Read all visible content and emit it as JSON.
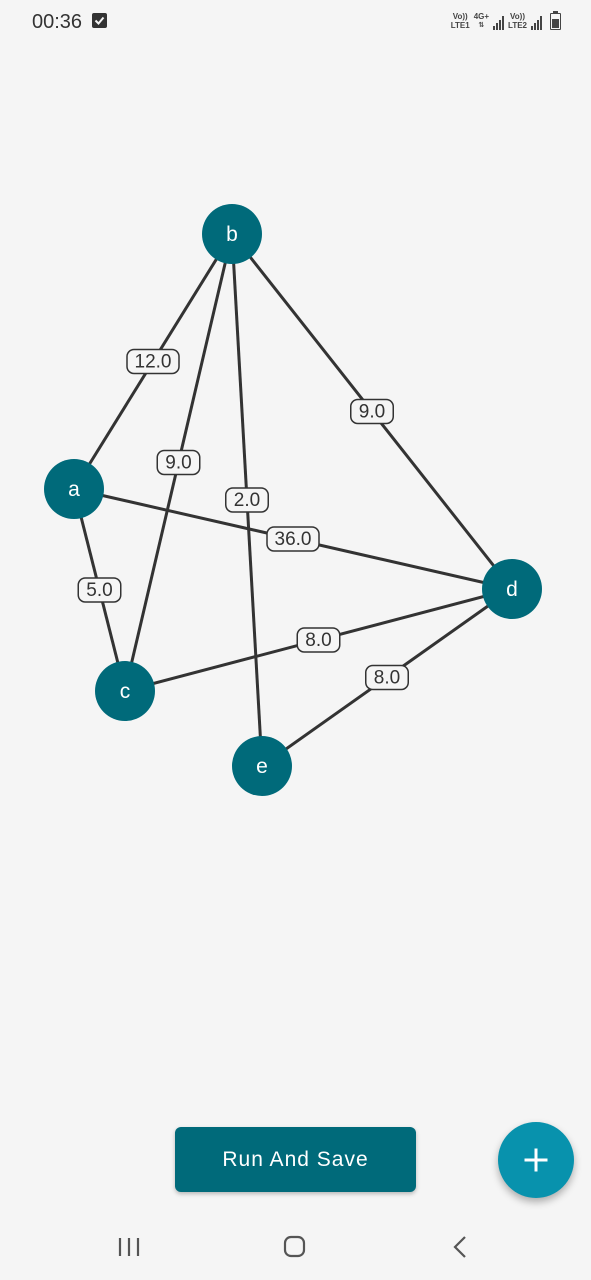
{
  "status_bar": {
    "time": "00:36",
    "sim1_top": "Vo))",
    "sim1_bottom": "LTE1",
    "network_type": "4G+",
    "sim2_top": "Vo))",
    "sim2_bottom": "LTE2"
  },
  "graph": {
    "node_color": "#006a7a",
    "nodes": [
      {
        "id": "b",
        "label": "b"
      },
      {
        "id": "a",
        "label": "a"
      },
      {
        "id": "d",
        "label": "d"
      },
      {
        "id": "c",
        "label": "c"
      },
      {
        "id": "e",
        "label": "e"
      }
    ],
    "edges": [
      {
        "from": "b",
        "to": "a",
        "weight": "12.0"
      },
      {
        "from": "b",
        "to": "c",
        "weight": "9.0"
      },
      {
        "from": "b",
        "to": "e",
        "weight": "2.0"
      },
      {
        "from": "b",
        "to": "d",
        "weight": "9.0"
      },
      {
        "from": "a",
        "to": "d",
        "weight": "36.0"
      },
      {
        "from": "a",
        "to": "c",
        "weight": "5.0"
      },
      {
        "from": "c",
        "to": "d",
        "weight": "8.0"
      },
      {
        "from": "e",
        "to": "d",
        "weight": "8.0"
      }
    ]
  },
  "actions": {
    "run_label": "Run And Save",
    "fab_icon": "plus-icon"
  },
  "nav_bar": {
    "recent_icon": "recent-apps-icon",
    "home_icon": "home-icon",
    "back_icon": "back-icon"
  }
}
